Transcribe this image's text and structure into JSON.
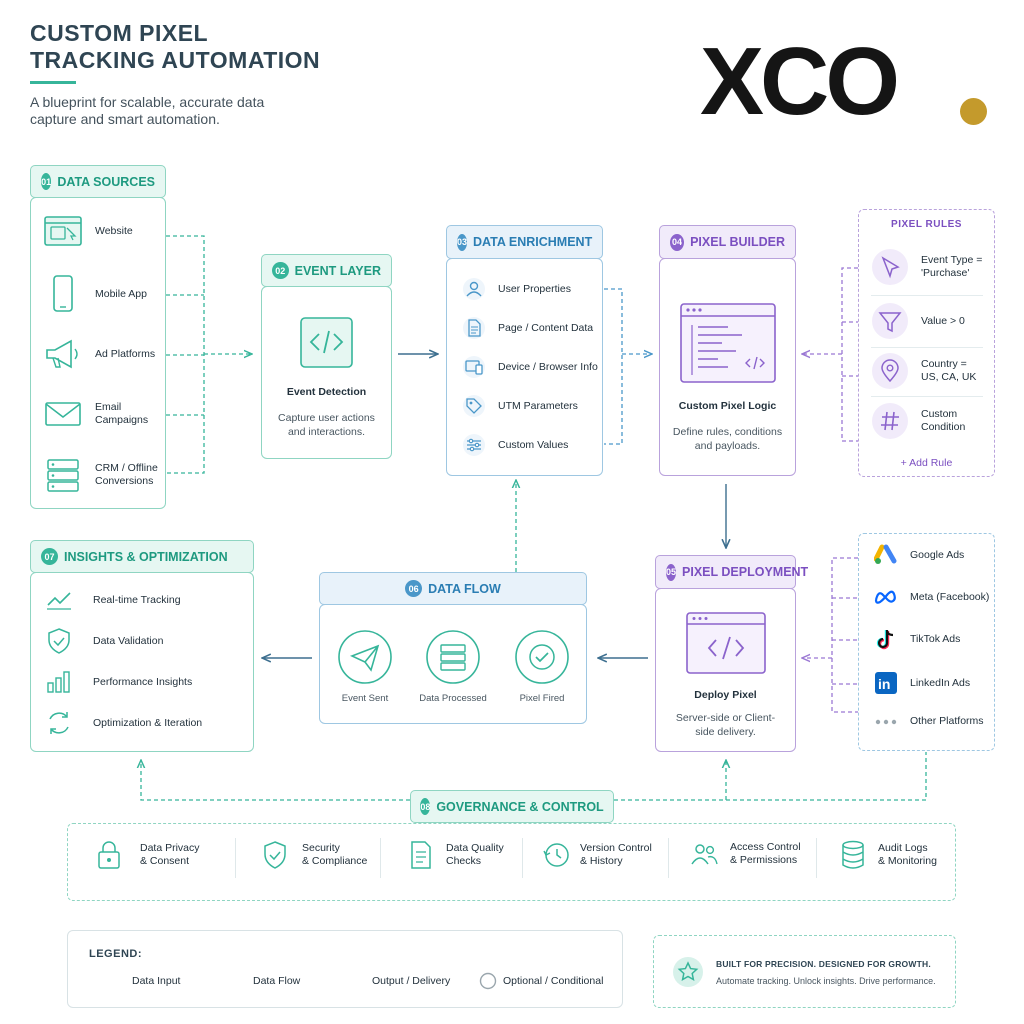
{
  "header": {
    "title_line1": "CUSTOM PIXEL",
    "title_line2": "TRACKING AUTOMATION",
    "subtitle": "A blueprint for scalable, accurate data capture and smart automation.",
    "logo_text": "XCO",
    "logo_dot_color": "#c49a2c"
  },
  "data_sources": {
    "number": "01",
    "title": "DATA SOURCES",
    "items": [
      {
        "label": "Website",
        "icon": "browser-icon"
      },
      {
        "label": "Mobile App",
        "icon": "phone-icon"
      },
      {
        "label": "Ad Platforms",
        "icon": "megaphone-icon"
      },
      {
        "label": "Email Campaigns",
        "icon": "envelope-icon"
      },
      {
        "label": "CRM / Offline Conversions",
        "icon": "database-icon"
      }
    ]
  },
  "event_layer": {
    "number": "02",
    "title": "EVENT LAYER",
    "heading": "Event Detection",
    "description": "Capture user actions and interactions."
  },
  "data_enrichment": {
    "number": "03",
    "title": "DATA ENRICHMENT",
    "items": [
      {
        "label": "User Properties",
        "icon": "user-icon"
      },
      {
        "label": "Page / Content Data",
        "icon": "document-icon"
      },
      {
        "label": "Device / Browser Info",
        "icon": "devices-icon"
      },
      {
        "label": "UTM Parameters",
        "icon": "tag-icon"
      },
      {
        "label": "Custom Values",
        "icon": "sliders-icon"
      }
    ]
  },
  "pixel_builder": {
    "number": "04",
    "title": "PIXEL BUILDER",
    "heading": "Custom Pixel Logic",
    "description": "Define rules, conditions and payloads."
  },
  "pixel_rules": {
    "title": "PIXEL RULES",
    "rules": [
      {
        "label": "Event Type = 'Purchase'",
        "icon": "cursor-icon"
      },
      {
        "label": "Value > 0",
        "icon": "filter-icon"
      },
      {
        "label": "Country = US, CA, UK",
        "icon": "location-pin-icon"
      },
      {
        "label": "Custom Condition",
        "icon": "hash-icon"
      }
    ],
    "add_label": "+ Add Rule"
  },
  "pixel_deployment": {
    "number": "05",
    "title": "PIXEL DEPLOYMENT",
    "heading": "Deploy Pixel",
    "description": "Server-side or Client-side delivery."
  },
  "platforms": {
    "items": [
      {
        "label": "Google Ads",
        "icon": "google-ads-icon"
      },
      {
        "label": "Meta (Facebook)",
        "icon": "meta-icon"
      },
      {
        "label": "TikTok Ads",
        "icon": "tiktok-icon"
      },
      {
        "label": "LinkedIn Ads",
        "icon": "linkedin-icon"
      },
      {
        "label": "Other Platforms",
        "icon": "more-dots-icon"
      }
    ]
  },
  "data_flow": {
    "number": "06",
    "title": "DATA FLOW",
    "steps": [
      {
        "label": "Event Sent",
        "icon": "paper-plane-icon"
      },
      {
        "label": "Data Processed",
        "icon": "server-icon"
      },
      {
        "label": "Pixel Fired",
        "icon": "check-circle-icon"
      }
    ]
  },
  "insights": {
    "number": "07",
    "title": "INSIGHTS & OPTIMIZATION",
    "items": [
      {
        "label": "Real-time Tracking",
        "icon": "trend-line-icon"
      },
      {
        "label": "Data Validation",
        "icon": "shield-check-icon"
      },
      {
        "label": "Performance Insights",
        "icon": "bar-chart-icon"
      },
      {
        "label": "Optimization & Iteration",
        "icon": "cycle-icon"
      }
    ]
  },
  "governance": {
    "number": "08",
    "title": "GOVERNANCE & CONTROL",
    "items": [
      {
        "line1": "Data Privacy",
        "line2": "& Consent",
        "icon": "lock-icon"
      },
      {
        "line1": "Security",
        "line2": "& Compliance",
        "icon": "shield-check-icon"
      },
      {
        "line1": "Data Quality",
        "line2": "Checks",
        "icon": "checklist-icon"
      },
      {
        "line1": "Version Control",
        "line2": "& History",
        "icon": "history-icon"
      },
      {
        "line1": "Access Control",
        "line2": "& Permissions",
        "icon": "users-icon"
      },
      {
        "line1": "Audit Logs",
        "line2": "& Monitoring",
        "icon": "database-icon"
      }
    ]
  },
  "legend": {
    "title": "LEGEND:",
    "items": [
      {
        "label": "Data Input",
        "style": "dashed-green"
      },
      {
        "label": "Data Flow",
        "style": "solid-blue"
      },
      {
        "label": "Output / Delivery",
        "style": "dashed-purple"
      },
      {
        "label": "Optional / Conditional",
        "style": "circle"
      }
    ]
  },
  "footer": {
    "headline": "BUILT FOR PRECISION. DESIGNED FOR GROWTH.",
    "tagline": "Automate tracking. Unlock insights. Drive performance.",
    "icon": "star-badge-icon"
  },
  "colors": {
    "green": "#36b59a",
    "purple": "#8b63cc",
    "blue": "#4a97c9",
    "dark": "#2f4553"
  }
}
